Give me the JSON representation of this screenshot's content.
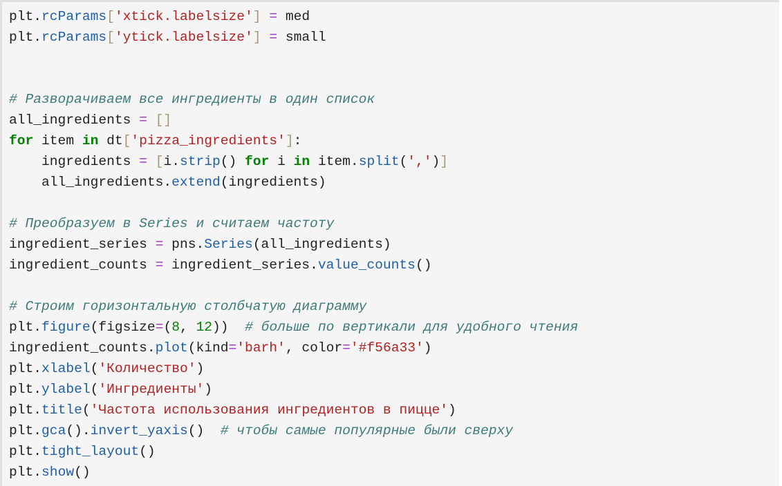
{
  "code_cell": {
    "lines": [
      [
        [
          "txt",
          "plt."
        ],
        [
          "attr",
          "rcParams"
        ],
        [
          "br",
          "["
        ],
        [
          "str",
          "'xtick.labelsize'"
        ],
        [
          "br",
          "]"
        ],
        [
          "txt",
          " "
        ],
        [
          "op",
          "="
        ],
        [
          "txt",
          " med"
        ]
      ],
      [
        [
          "txt",
          "plt."
        ],
        [
          "attr",
          "rcParams"
        ],
        [
          "br",
          "["
        ],
        [
          "str",
          "'ytick.labelsize'"
        ],
        [
          "br",
          "]"
        ],
        [
          "txt",
          " "
        ],
        [
          "op",
          "="
        ],
        [
          "txt",
          " small"
        ]
      ],
      [],
      [],
      [
        [
          "com",
          "# Разворачиваем все ингредиенты в один список"
        ]
      ],
      [
        [
          "txt",
          "all_ingredients "
        ],
        [
          "op",
          "="
        ],
        [
          "txt",
          " "
        ],
        [
          "br",
          "[]"
        ]
      ],
      [
        [
          "kw",
          "for"
        ],
        [
          "txt",
          " item "
        ],
        [
          "kw",
          "in"
        ],
        [
          "txt",
          " dt"
        ],
        [
          "br",
          "["
        ],
        [
          "str",
          "'pizza_ingredients'"
        ],
        [
          "br",
          "]"
        ],
        [
          "txt",
          ":"
        ]
      ],
      [
        [
          "txt",
          "    ingredients "
        ],
        [
          "op",
          "="
        ],
        [
          "txt",
          " "
        ],
        [
          "br",
          "["
        ],
        [
          "txt",
          "i."
        ],
        [
          "attr",
          "strip"
        ],
        [
          "txt",
          "() "
        ],
        [
          "kw",
          "for"
        ],
        [
          "txt",
          " i "
        ],
        [
          "kw",
          "in"
        ],
        [
          "txt",
          " item."
        ],
        [
          "attr",
          "split"
        ],
        [
          "txt",
          "("
        ],
        [
          "str",
          "','"
        ],
        [
          "txt",
          ")"
        ],
        [
          "br",
          "]"
        ]
      ],
      [
        [
          "txt",
          "    all_ingredients."
        ],
        [
          "attr",
          "extend"
        ],
        [
          "txt",
          "(ingredients)"
        ]
      ],
      [],
      [
        [
          "com",
          "# Преобразуем в Series и считаем частоту"
        ]
      ],
      [
        [
          "txt",
          "ingredient_series "
        ],
        [
          "op",
          "="
        ],
        [
          "txt",
          " pns."
        ],
        [
          "attr",
          "Series"
        ],
        [
          "txt",
          "(all_ingredients)"
        ]
      ],
      [
        [
          "txt",
          "ingredient_counts "
        ],
        [
          "op",
          "="
        ],
        [
          "txt",
          " ingredient_series."
        ],
        [
          "attr",
          "value_counts"
        ],
        [
          "txt",
          "()"
        ]
      ],
      [],
      [
        [
          "com",
          "# Строим горизонтальную столбчатую диаграмму"
        ]
      ],
      [
        [
          "txt",
          "plt."
        ],
        [
          "attr",
          "figure"
        ],
        [
          "txt",
          "(figsize"
        ],
        [
          "op",
          "="
        ],
        [
          "txt",
          "("
        ],
        [
          "num",
          "8"
        ],
        [
          "txt",
          ", "
        ],
        [
          "num",
          "12"
        ],
        [
          "txt",
          "))  "
        ],
        [
          "com",
          "# больше по вертикали для удобного чтения"
        ]
      ],
      [
        [
          "txt",
          "ingredient_counts."
        ],
        [
          "attr",
          "plot"
        ],
        [
          "txt",
          "(kind"
        ],
        [
          "op",
          "="
        ],
        [
          "str",
          "'barh'"
        ],
        [
          "txt",
          ", color"
        ],
        [
          "op",
          "="
        ],
        [
          "str",
          "'#f56a33'"
        ],
        [
          "txt",
          ")"
        ]
      ],
      [
        [
          "txt",
          "plt."
        ],
        [
          "attr",
          "xlabel"
        ],
        [
          "txt",
          "("
        ],
        [
          "str",
          "'Количество'"
        ],
        [
          "txt",
          ")"
        ]
      ],
      [
        [
          "txt",
          "plt."
        ],
        [
          "attr",
          "ylabel"
        ],
        [
          "txt",
          "("
        ],
        [
          "str",
          "'Ингредиенты'"
        ],
        [
          "txt",
          ")"
        ]
      ],
      [
        [
          "txt",
          "plt."
        ],
        [
          "attr",
          "title"
        ],
        [
          "txt",
          "("
        ],
        [
          "str",
          "'Частота использования ингредиентов в пицце'"
        ],
        [
          "txt",
          ")"
        ]
      ],
      [
        [
          "txt",
          "plt."
        ],
        [
          "attr",
          "gca"
        ],
        [
          "txt",
          "()."
        ],
        [
          "attr",
          "invert_yaxis"
        ],
        [
          "txt",
          "()  "
        ],
        [
          "com",
          "# чтобы самые популярные были сверху"
        ]
      ],
      [
        [
          "txt",
          "plt."
        ],
        [
          "attr",
          "tight_layout"
        ],
        [
          "txt",
          "()"
        ]
      ],
      [
        [
          "txt",
          "plt."
        ],
        [
          "attr",
          "show"
        ],
        [
          "txt",
          "()"
        ]
      ]
    ]
  }
}
